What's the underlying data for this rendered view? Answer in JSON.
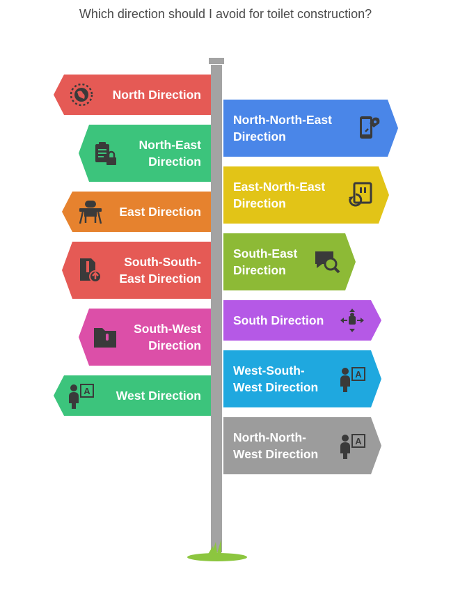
{
  "title": "Which direction should I avoid for toilet construction?",
  "signs": {
    "north": {
      "text": "North Direction",
      "color": "#E55A55",
      "icon": "globe-icon"
    },
    "north_east": {
      "text": "North-East\nDirection",
      "color": "#3CC47C",
      "icon": "clipboard-lock-icon"
    },
    "east": {
      "text": "East Direction",
      "color": "#E6822E",
      "icon": "desk-chair-icon"
    },
    "south_south_east": {
      "text": "South-South-\nEast Direction",
      "color": "#E55A55",
      "icon": "document-upload-icon"
    },
    "south_west": {
      "text": "South-West\nDirection",
      "color": "#DC4FA8",
      "icon": "folder-zipper-icon"
    },
    "west": {
      "text": "West Direction",
      "color": "#3CC47C",
      "icon": "teacher-board-icon"
    },
    "north_north_east": {
      "text": "North-North-East\nDirection",
      "color": "#4A86E8",
      "icon": "phone-rocket-icon"
    },
    "east_north_east": {
      "text": "East-North-East\nDirection",
      "color": "#E2C417",
      "icon": "data-refresh-icon"
    },
    "south_east": {
      "text": "South-East\nDirection",
      "color": "#8DBA36",
      "icon": "chat-search-icon"
    },
    "south": {
      "text": "South Direction",
      "color": "#B559E6",
      "icon": "move-arrows-icon"
    },
    "west_south_west": {
      "text": "West-South-\nWest Direction",
      "color": "#1FA8DF",
      "icon": "teacher-board-icon"
    },
    "north_north_west": {
      "text": "North-North-\nWest Direction",
      "color": "#9C9C9C",
      "icon": "teacher-board-icon"
    }
  }
}
